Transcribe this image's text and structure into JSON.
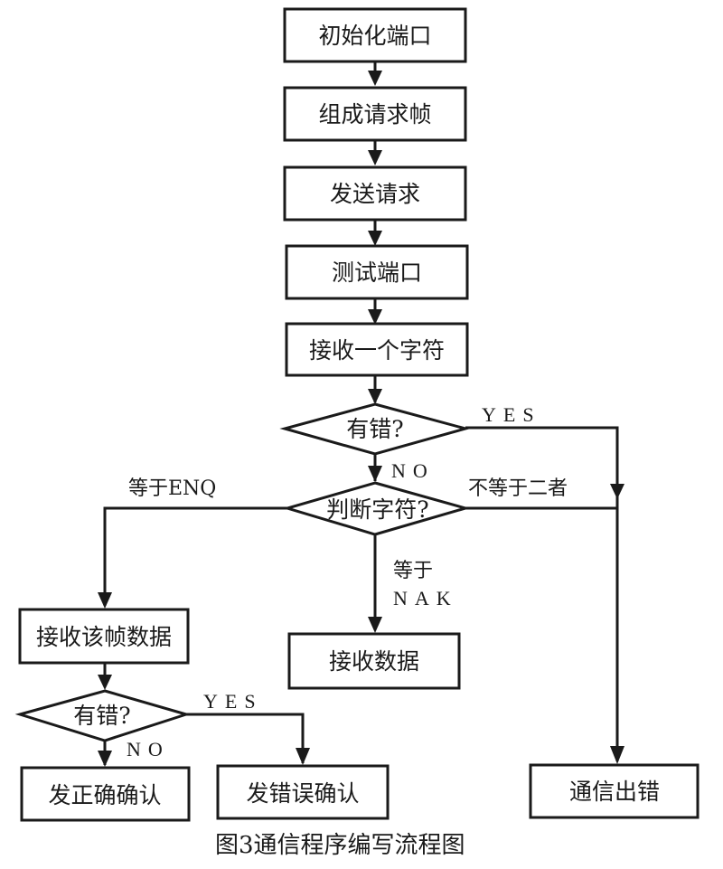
{
  "diagram": {
    "nodes": {
      "init_port": "初始化端口",
      "build_request": "组成请求帧",
      "send_request": "发送请求",
      "test_port": "测试端口",
      "receive_char": "接收一个字符",
      "error_check_1": "有错?",
      "judge_char": "判断字符?",
      "receive_frame": "接收该帧数据",
      "receive_data": "接收数据",
      "error_check_2": "有错?",
      "send_ack": "发正确确认",
      "send_nak": "发错误确认",
      "comm_error": "通信出错"
    },
    "edge_labels": {
      "yes_1": "YES",
      "no_1": "NO",
      "enq": "等于ENQ",
      "neither": "不等于二者",
      "nak_line1": "等于",
      "nak_line2": "NAK",
      "yes_2": "YES",
      "no_2": "NO"
    },
    "caption": "图3通信程序编写流程图"
  }
}
